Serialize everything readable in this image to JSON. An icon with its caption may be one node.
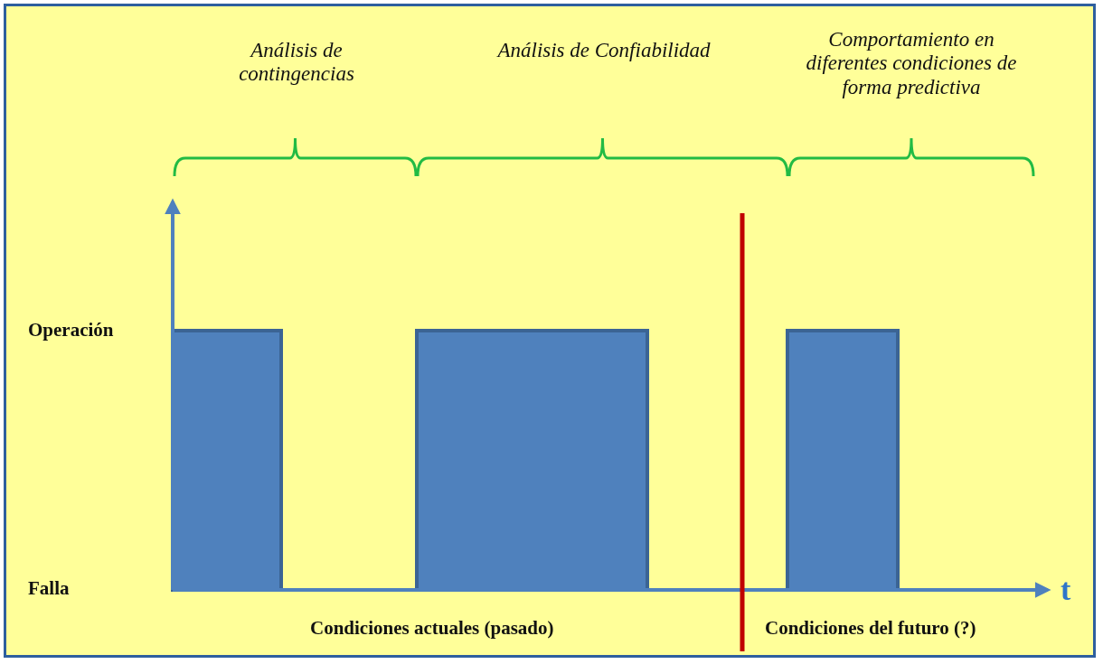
{
  "diagram": {
    "labels": [
      "Análisis de contingencias",
      "Análisis de Confiabilidad",
      "Comportamiento en diferentes condiciones de forma predictiva",
      "Operación",
      "Falla",
      "t",
      "Condiciones actuales (pasado)",
      "Condiciones del futuro (?)"
    ]
  }
}
